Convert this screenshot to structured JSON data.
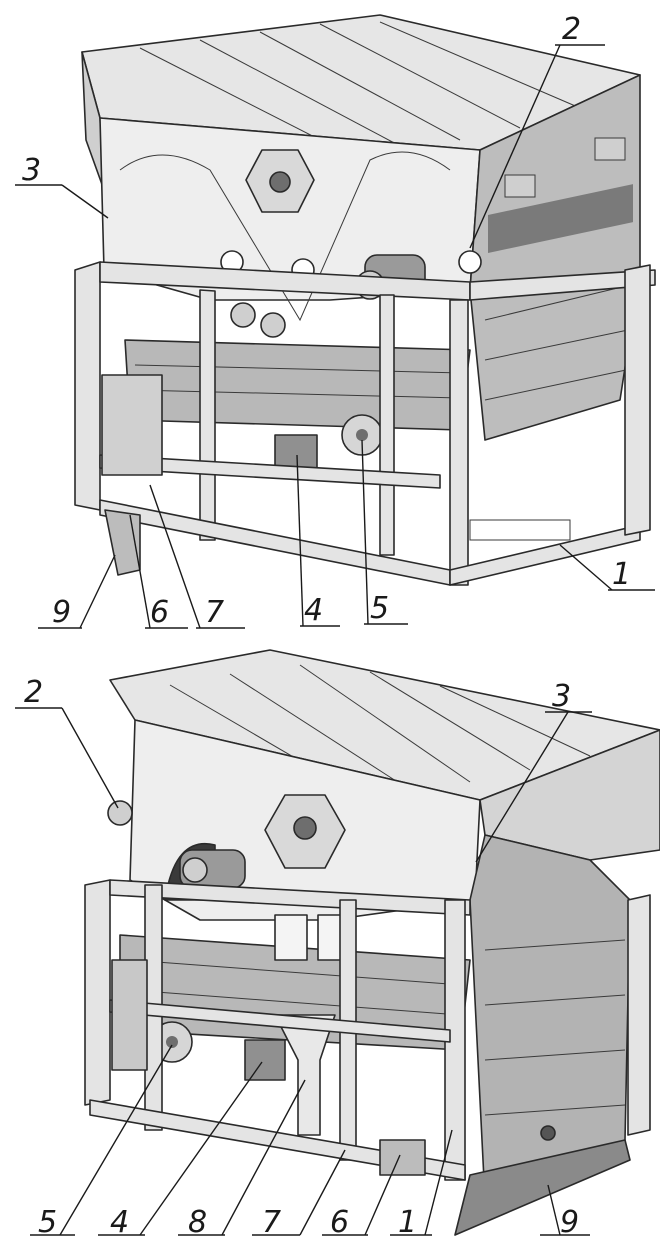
{
  "views": [
    {
      "id": "front-view",
      "callouts": [
        {
          "id": "c1",
          "label": "1"
        },
        {
          "id": "c2",
          "label": "2"
        },
        {
          "id": "c3",
          "label": "3"
        },
        {
          "id": "c4",
          "label": "4"
        },
        {
          "id": "c5",
          "label": "5"
        },
        {
          "id": "c6",
          "label": "6"
        },
        {
          "id": "c7",
          "label": "7"
        },
        {
          "id": "c9",
          "label": "9"
        }
      ]
    },
    {
      "id": "rear-view",
      "callouts": [
        {
          "id": "c1",
          "label": "1"
        },
        {
          "id": "c2",
          "label": "2"
        },
        {
          "id": "c3",
          "label": "3"
        },
        {
          "id": "c4",
          "label": "4"
        },
        {
          "id": "c5",
          "label": "5"
        },
        {
          "id": "c6",
          "label": "6"
        },
        {
          "id": "c7",
          "label": "7"
        },
        {
          "id": "c8",
          "label": "8"
        },
        {
          "id": "c9",
          "label": "9"
        }
      ]
    }
  ],
  "colors": {
    "line": "#1a1a1a",
    "panel_light": "#eeeeee",
    "panel_mid": "#d6d6d6",
    "panel_dark": "#a8a8a8",
    "panel_shadow": "#6e6e6e",
    "frame": "#e4e4e4"
  }
}
